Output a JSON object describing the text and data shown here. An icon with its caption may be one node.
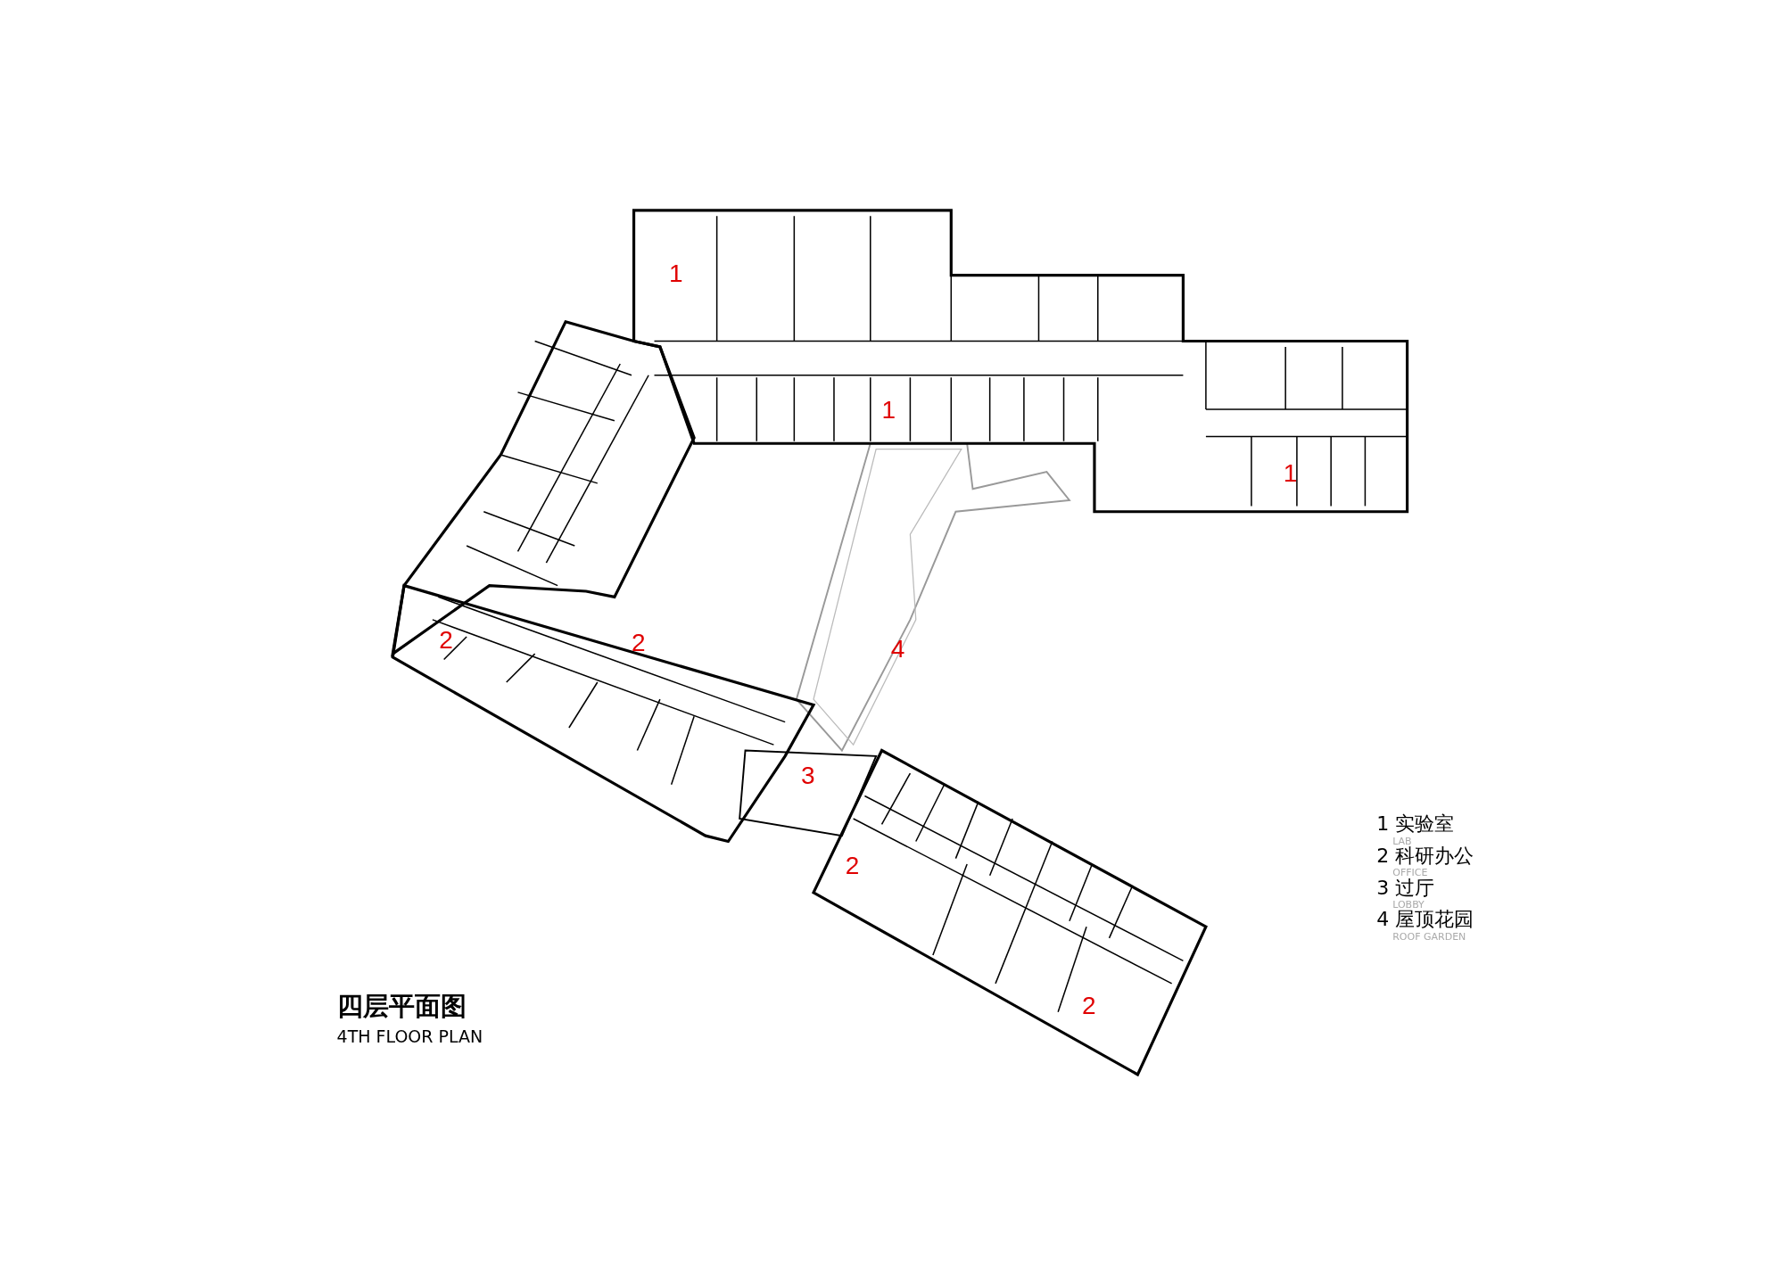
{
  "diagram": {
    "title": "四层平面图",
    "caption": "4TH FLOOR PLAN",
    "labels": [
      "1",
      "1",
      "1",
      "2",
      "2",
      "4",
      "3",
      "2",
      "2",
      "1 实验室",
      "LAB",
      "2 科研办公",
      "OFFICE",
      "3 过厅",
      "LOBBY",
      "4 屋顶花园",
      "ROOF GARDEN"
    ]
  }
}
